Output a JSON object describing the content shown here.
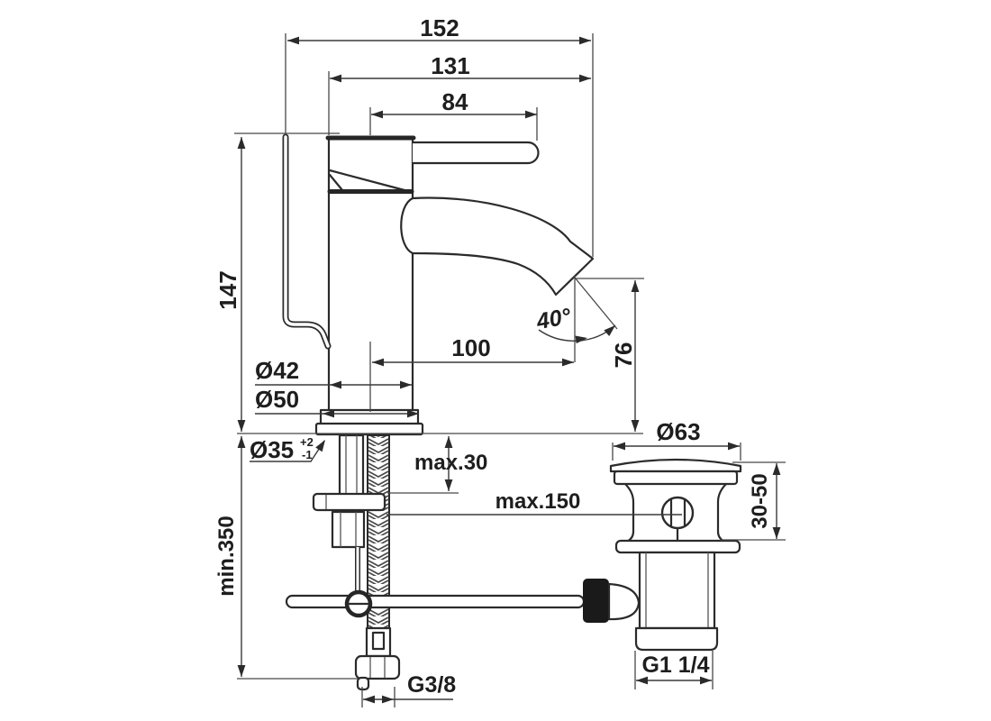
{
  "drawing": {
    "background": "#ffffff",
    "line_color": "#2b2b2b",
    "text_color": "#1e1e1e",
    "dims": {
      "overall_width": "152",
      "spout_projection_total": "131",
      "handle_length": "84",
      "body_height": "147",
      "spout_reach": "100",
      "spout_angle": "40°",
      "spout_outlet_height": "76",
      "body_diameter": "Ø42",
      "base_diameter": "Ø50",
      "mounting_hole_diameter": "Ø35",
      "mounting_hole_tol_upper": "+2",
      "mounting_hole_tol_lower": "-1",
      "max_deck_thickness": "max.30",
      "min_hose_clearance": "min.350",
      "max_waste_distance": "max.150",
      "supply_thread": "G3/8",
      "waste_flange_diameter": "Ø63",
      "waste_deck_range": "30-50",
      "waste_thread": "G1 1/4"
    }
  }
}
